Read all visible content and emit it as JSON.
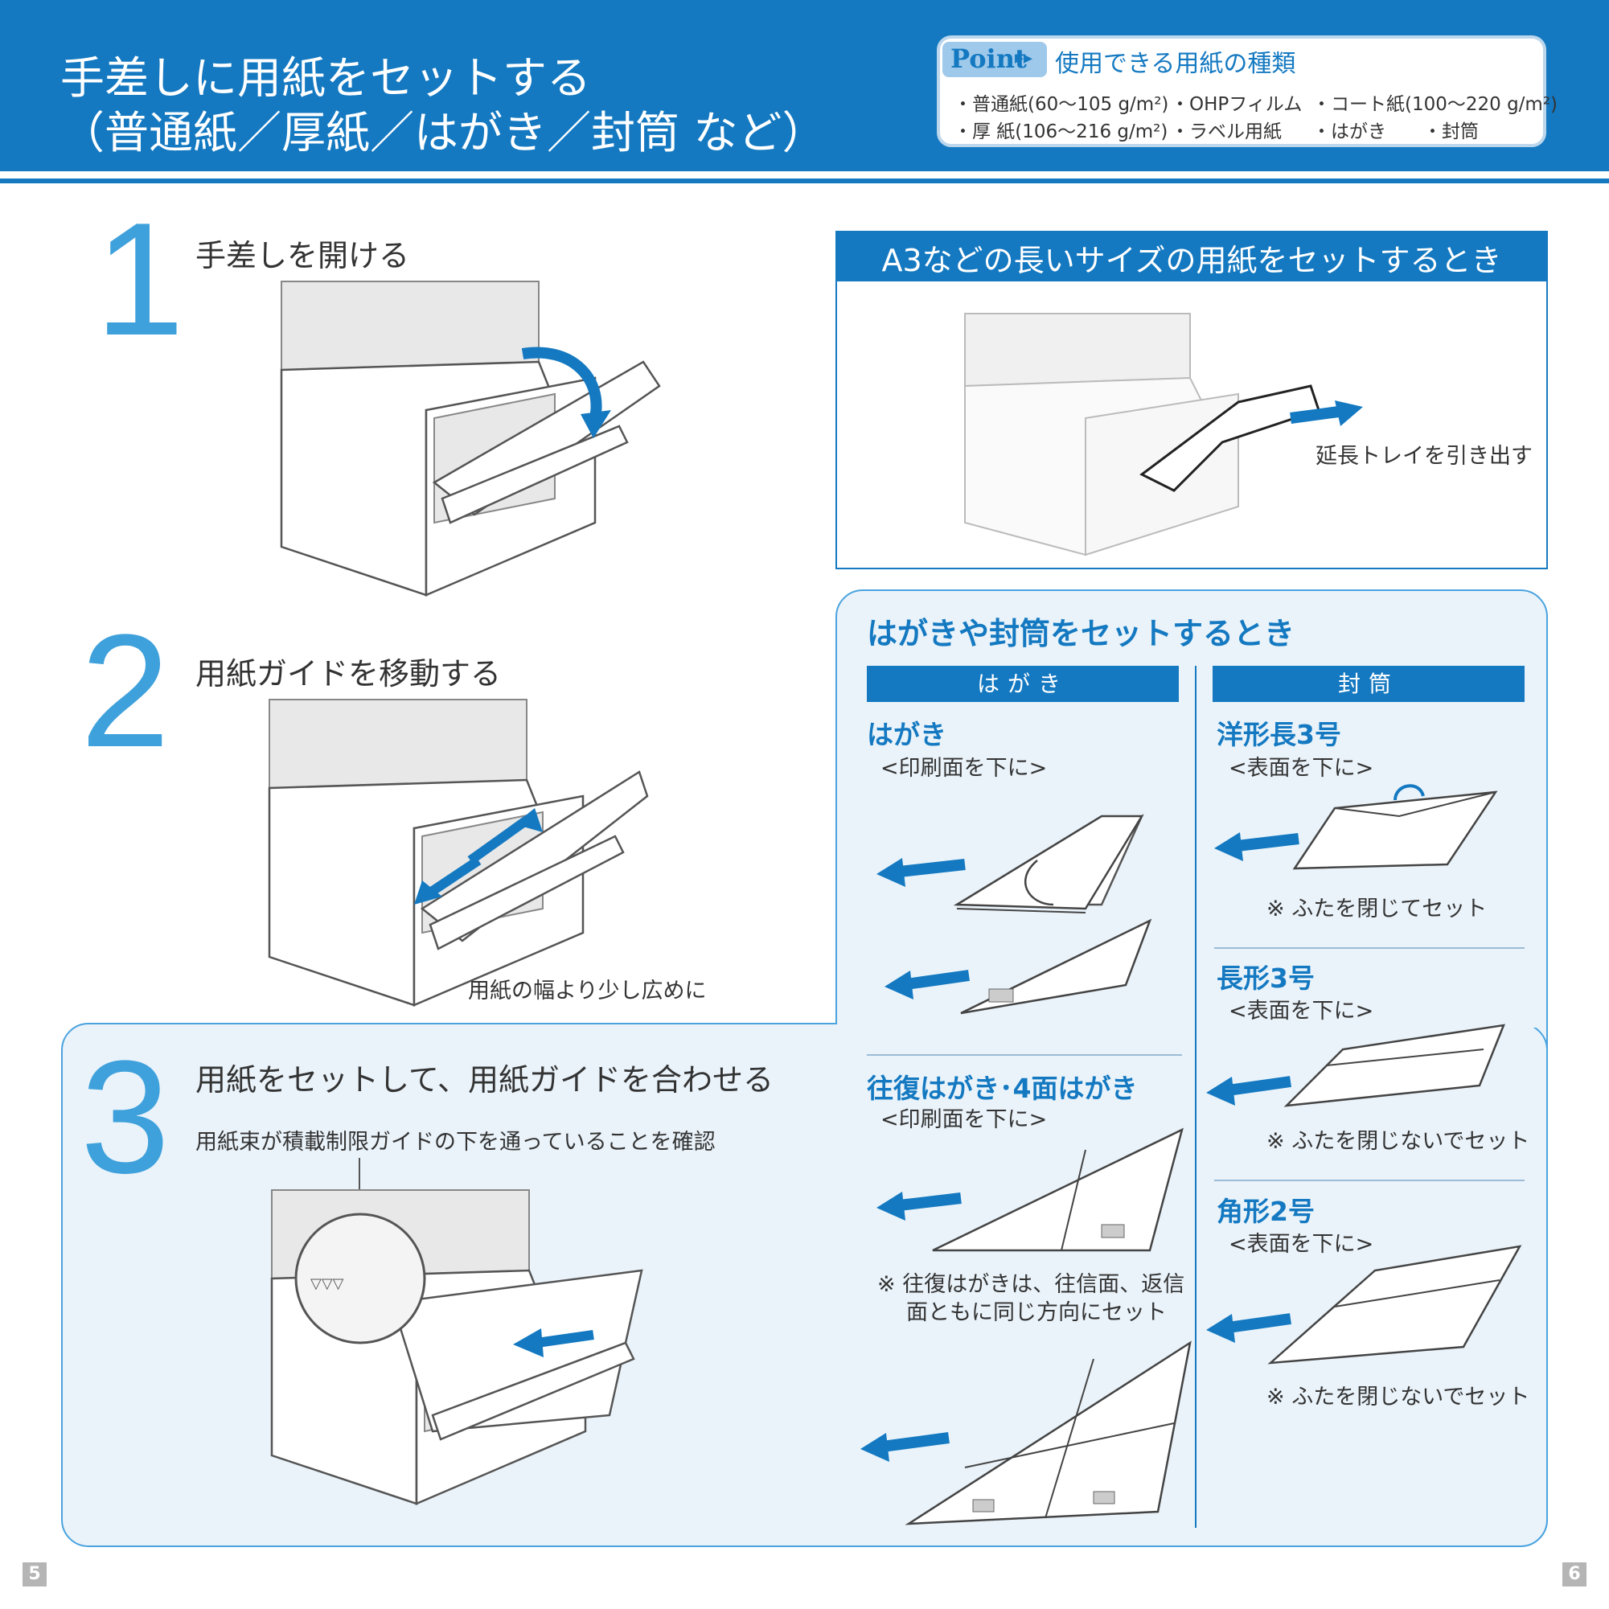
{
  "header": {
    "title_line1": "手差しに用紙をセットする",
    "title_line2": "（普通紙／厚紙／はがき／封筒 など）"
  },
  "point": {
    "badge": "Point",
    "arrows": "▸▸",
    "title": "使用できる用紙の種類",
    "types": [
      "・普通紙(60～105 g/m²)",
      "・OHPフィルム",
      "・コート紙(100～220 g/m²)",
      "・厚 紙(106～216 g/m²)",
      "・ラベル用紙",
      "・はがき",
      "・封筒"
    ]
  },
  "steps": [
    {
      "number": "1",
      "title": "手差しを開ける"
    },
    {
      "number": "2",
      "title": "用紙ガイドを移動する",
      "note": "用紙の幅より少し広めに"
    },
    {
      "number": "3",
      "title": "用紙をセットして、用紙ガイドを合わせる",
      "note": "用紙束が積載制限ガイドの下を通っていることを確認"
    }
  ],
  "a3": {
    "title": "A3などの長いサイズの用紙をセットするとき",
    "caption": "延長トレイを引き出す"
  },
  "hagaki_section": {
    "title": "はがきや封筒をセットするとき",
    "col_hagaki": "はがき",
    "col_envelope": "封筒",
    "hagaki_label": "はがき",
    "hagaki_face": "<印刷面を下に>",
    "ofuku_label": "往復はがき･4面はがき",
    "ofuku_face": "<印刷面を下に>",
    "ofuku_note_line1": "※ 往復はがきは、往信面、返信",
    "ofuku_note_line2": "面ともに同じ方向にセット",
    "env1_label": "洋形長3号",
    "env1_face": "<表面を下に>",
    "env1_note": "※ ふたを閉じてセット",
    "env2_label": "長形3号",
    "env2_face": "<表面を下に>",
    "env2_note": "※ ふたを閉じないでセット",
    "env3_label": "角形2号",
    "env3_face": "<表面を下に>",
    "env3_note": "※ ふたを閉じないでセット"
  },
  "page_numbers": {
    "left": "5",
    "right": "6"
  }
}
